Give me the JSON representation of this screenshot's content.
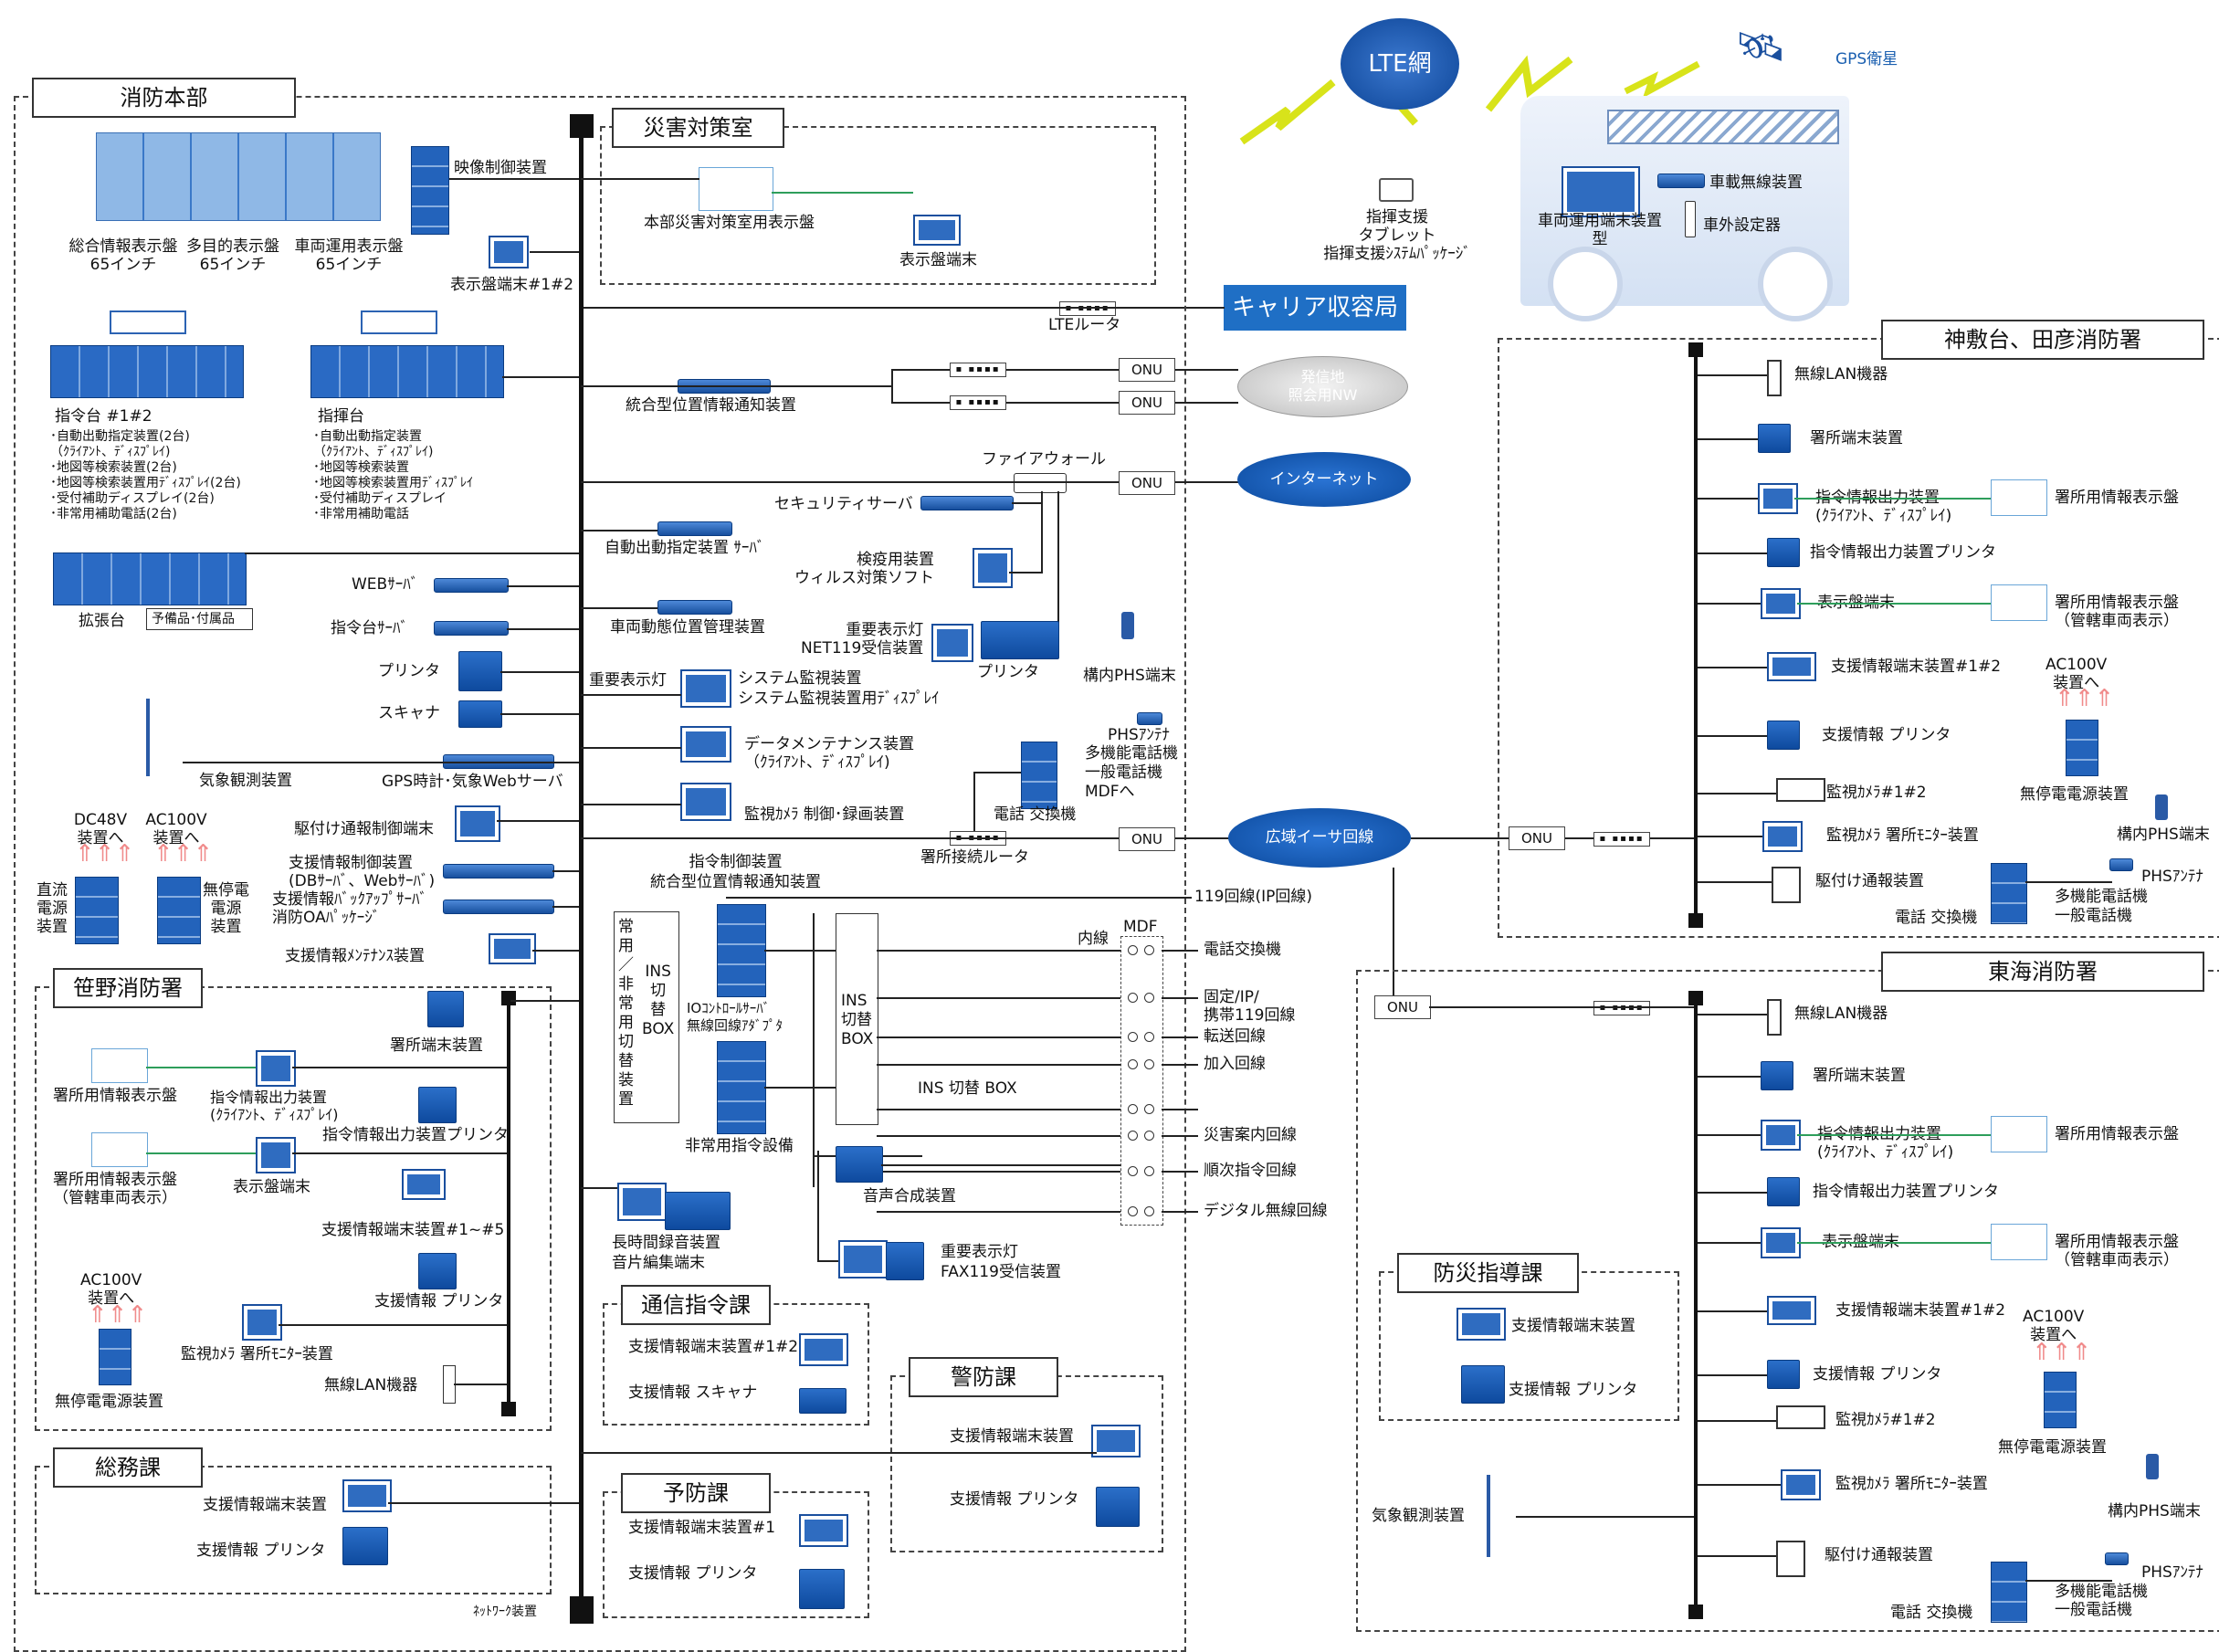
{
  "sections": {
    "hq": "消防本部",
    "disaster_room": "災害対策室",
    "sasano": "笹野消防署",
    "somu": "総務課",
    "tsushin": "通信指令課",
    "keibo": "警防課",
    "yobo": "予防課",
    "kamishiki": "神敷台、田彦消防署",
    "tokai": "東海消防署",
    "bosai": "防災指導課"
  },
  "top": {
    "lte": "LTE網",
    "gps": "GPS衛星",
    "tablet": "指揮支援\nタブレット\n指揮支援ｼｽﾃﾑﾊﾟｯｹｰｼﾞ",
    "vehicle_terminal": "車両運用端末装置\n型",
    "vehicle_radio": "車載無線装置",
    "external_setting": "車外設定器",
    "carrier": "キャリア収容局",
    "lte_router": "LTEルータ"
  },
  "hq": {
    "wall1": "総合情報表示盤\n65インチ",
    "wall2": "多目的表示盤\n65インチ",
    "wall3": "車両運用表示盤\n65インチ",
    "video_ctrl": "映像制御装置",
    "display_terminal": "表示盤端末#1#2",
    "console1": "指令台 #1#2",
    "console1_list": "･自動出動指定装置(2台)\n（ｸﾗｲｱﾝﾄ、ﾃﾞｨｽﾌﾟﾚｲ)\n･地図等検索装置(2台)\n･地図等検索装置用ﾃﾞｨｽﾌﾟﾚｲ(2台)\n･受付補助ディスプレイ(2台)\n･非常用補助電話(2台)",
    "console2": "指揮台",
    "console2_list": "･自動出動指定装置\n（ｸﾗｲｱﾝﾄ、ﾃﾞｨｽﾌﾟﾚｲ)\n･地図等検索装置\n･地図等検索装置用ﾃﾞｨｽﾌﾟﾚｲ\n･受付補助ディスプレイ\n･非常用補助電話",
    "ext_console": "拡張台",
    "spare": "予備品･付属品",
    "web_server": "WEBｻｰﾊﾞ",
    "console_server": "指令台ｻｰﾊﾞ",
    "printer": "プリンタ",
    "scanner": "スキャナ",
    "weather": "気象観測装置",
    "gps_clock": "GPS時計･気象Webサーバ",
    "dc48": "DC48V\n装置へ",
    "ac100": "AC100V\n装置へ",
    "dc_power": "直流\n電源\n装置",
    "ups": "無停電\n電源\n装置",
    "dispatch_ctrl": "駆付け通報制御端末",
    "support_ctrl": "支援情報制御装置\n(DBｻｰﾊﾞ、Webｻｰﾊﾞ)",
    "support_backup": "支援情報ﾊﾞｯｸｱｯﾌﾟｻｰﾊﾞ\n消防OAﾊﾟｯｹｰｼﾞ",
    "support_maint": "支援情報ﾒﾝﾃﾅﾝｽ装置",
    "network": "ﾈｯﾄﾜｰｸ装置"
  },
  "disaster": {
    "hq_display": "本部災害対策室用表示盤",
    "display_terminal": "表示盤端末"
  },
  "center": {
    "integrated_pos": "統合型位置情報通知装置",
    "onu": "ONU",
    "sender_nw": "発信地\n照会用NW",
    "firewall": "ファイアウォール",
    "internet": "インターネット",
    "security": "セキュリティサーバ",
    "auto_dispatch": "自動出動指定装置 ｻｰﾊﾞ",
    "virus": "検疫用装置\nウィルス対策ソフト",
    "vehicle_pos": "車両動態位置管理装置",
    "important_net119": "重要表示灯\nNET119受信装置",
    "printer": "プリンタ",
    "important_lamp": "重要表示灯",
    "sysmon": "システム監視装置\nシステム監視装置用ﾃﾞｨｽﾌﾟﾚｲ",
    "phs_terminal": "構内PHS端末",
    "phs_antenna": "PHSｱﾝﾃﾅ",
    "data_maint": "データメンテナンス装置\n（ｸﾗｲｱﾝﾄ、ﾃﾞｨｽﾌﾟﾚｲ)",
    "phone_list": "多機能電話機\n一般電話機\nMDFへ",
    "camera_ctrl": "監視ｶﾒﾗ 制御･録画装置",
    "pbx": "電話 交換機",
    "station_router": "署所接続ルータ",
    "wide_ether": "広域イーサ回線",
    "cmd_ctrl": "指令制御装置\n統合型位置情報通知装置",
    "line119": "119回線(IP回線)",
    "switch_box": "常\n用\n／\n非\n常\n用\n切\n替\n装\n置",
    "ins_switch_small": "INS\n切\n替\nBOX",
    "io_ctrl": "IOｺﾝﾄﾛｰﾙｻｰﾊﾞ\n無線回線ｱﾀﾞﾌﾟﾀ",
    "ins_box": "INS\n切替\nBOX",
    "ins_box2": "INS 切替 BOX",
    "inner_line": "内線",
    "mdf": "MDF",
    "emergency_cmd": "非常用指令設備",
    "voice": "音声合成装置",
    "long_rec": "長時間録音装置\n音片編集端末",
    "fax119": "重要表示灯\nFAX119受信装置",
    "lines": [
      "電話交換機",
      "固定/IP/\n携帯119回線",
      "転送回線",
      "加入回線",
      "",
      "災害案内回線",
      "順次指令回線",
      "デジタル無線回線"
    ]
  },
  "sasano": {
    "terminal": "署所端末装置",
    "display": "署所用情報表示盤",
    "output": "指令情報出力装置\n(ｸﾗｲｱﾝﾄ、ﾃﾞｨｽﾌﾟﾚｲ)",
    "output_printer": "指令情報出力装置プリンタ",
    "display2": "署所用情報表示盤\n（管轄車両表示）",
    "display_terminal": "表示盤端末",
    "support_terminal": "支援情報端末装置#1~#5",
    "ac100": "AC100V\n装置へ",
    "support_printer": "支援情報 プリンタ",
    "camera_monitor": "監視ｶﾒﾗ 署所ﾓﾆﾀｰ装置",
    "ups": "無停電電源装置",
    "wlan": "無線LAN機器"
  },
  "somu": {
    "terminal": "支援情報端末装置",
    "printer": "支援情報 プリンタ"
  },
  "tsushin": {
    "terminal": "支援情報端末装置#1#2",
    "scanner": "支援情報 スキャナ"
  },
  "keibo": {
    "terminal": "支援情報端末装置",
    "printer": "支援情報 プリンタ"
  },
  "yobo": {
    "terminal": "支援情報端末装置#1",
    "printer": "支援情報 プリンタ"
  },
  "kamishiki": {
    "wlan": "無線LAN機器",
    "terminal": "署所端末装置",
    "output": "指令情報出力装置\n(ｸﾗｲｱﾝﾄ、ﾃﾞｨｽﾌﾟﾚｲ)",
    "display": "署所用情報表示盤",
    "output_printer": "指令情報出力装置プリンタ",
    "display_terminal": "表示盤端末",
    "display2": "署所用情報表示盤\n（管轄車両表示）",
    "support_terminal": "支援情報端末装置#1#2",
    "ac100": "AC100V\n装置へ",
    "support_printer": "支援情報 プリンタ",
    "camera": "監視ｶﾒﾗ#1#2",
    "ups": "無停電電源装置",
    "camera_monitor": "監視ｶﾒﾗ 署所ﾓﾆﾀｰ装置",
    "phs_terminal": "構内PHS端末",
    "onu": "ONU",
    "dispatch": "駆付け通報装置",
    "phs_antenna": "PHSｱﾝﾃﾅ",
    "phones": "多機能電話機\n一般電話機",
    "pbx": "電話 交換機"
  },
  "tokai": {
    "onu": "ONU",
    "wlan": "無線LAN機器",
    "terminal": "署所端末装置",
    "output": "指令情報出力装置\n(ｸﾗｲｱﾝﾄ、ﾃﾞｨｽﾌﾟﾚｲ)",
    "display": "署所用情報表示盤",
    "output_printer": "指令情報出力装置プリンタ",
    "display_terminal": "表示盤端末",
    "display2": "署所用情報表示盤\n（管轄車両表示）",
    "support_terminal": "支援情報端末装置#1#2",
    "ac100": "AC100V\n装置へ",
    "support_printer": "支援情報 プリンタ",
    "camera": "監視ｶﾒﾗ#1#2",
    "ups": "無停電電源装置",
    "camera_monitor": "監視ｶﾒﾗ 署所ﾓﾆﾀｰ装置",
    "phs_terminal": "構内PHS端末",
    "weather": "気象観測装置",
    "dispatch": "駆付け通報装置",
    "phs_antenna": "PHSｱﾝﾃﾅ",
    "phones": "多機能電話機\n一般電話機",
    "pbx": "電話 交換機"
  },
  "bosai": {
    "terminal": "支援情報端末装置",
    "printer": "支援情報 プリンタ"
  },
  "colors": {
    "device": "#1f5fb8",
    "accent": "#1f6fc5",
    "link": "#2e9e5b",
    "power_arrow": "#f08a8a",
    "lightning": "#d8e31a"
  }
}
